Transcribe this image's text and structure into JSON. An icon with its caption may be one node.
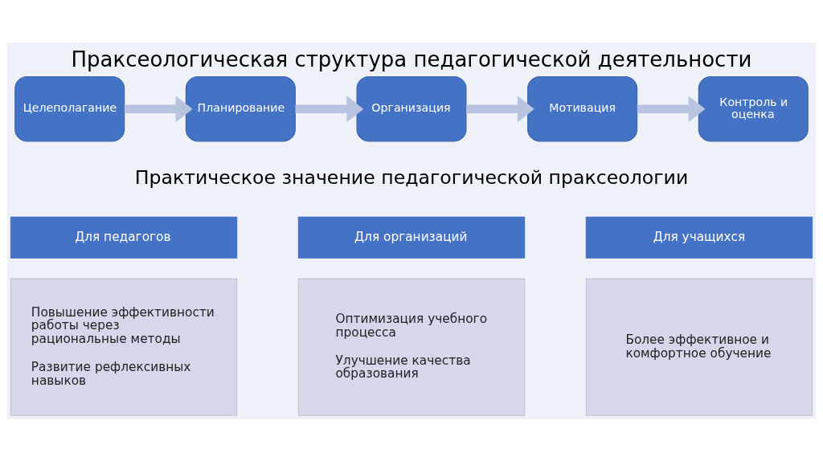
{
  "diagram": {
    "title": "Праксеологическая структура педагогической деятельности",
    "nodes": [
      {
        "text": [
          "Целеполагание"
        ]
      },
      {
        "text": [
          "Планирование"
        ]
      },
      {
        "text": [
          "Организация"
        ]
      },
      {
        "text": [
          "Мотивация"
        ]
      },
      {
        "text": [
          "Контроль и оценка"
        ]
      },
      {
        "text": [
          "Для педагогов"
        ]
      },
      {
        "text": [
          "Повышение эффективности работы через рациональные методы",
          "Развитие рефлексивных навыков"
        ]
      },
      {
        "text": [
          "Для организаций"
        ]
      },
      {
        "text": [
          "Оптимизация учебного процесса",
          "Улучшение качества образования"
        ]
      },
      {
        "text": [
          "Для учащихся"
        ]
      },
      {
        "text": [
          "Более эффективное и комфортное обучение"
        ]
      }
    ],
    "edges": [
      {
        "from": 0,
        "to": 1,
        "arrow": "to"
      },
      {
        "from": 1,
        "to": 2,
        "arrow": "to"
      },
      {
        "from": 2,
        "to": 3,
        "arrow": "to"
      },
      {
        "from": 3,
        "to": 4,
        "arrow": "to"
      }
    ],
    "labels": [
      "Практическое значение педагогической праксеологии"
    ]
  }
}
